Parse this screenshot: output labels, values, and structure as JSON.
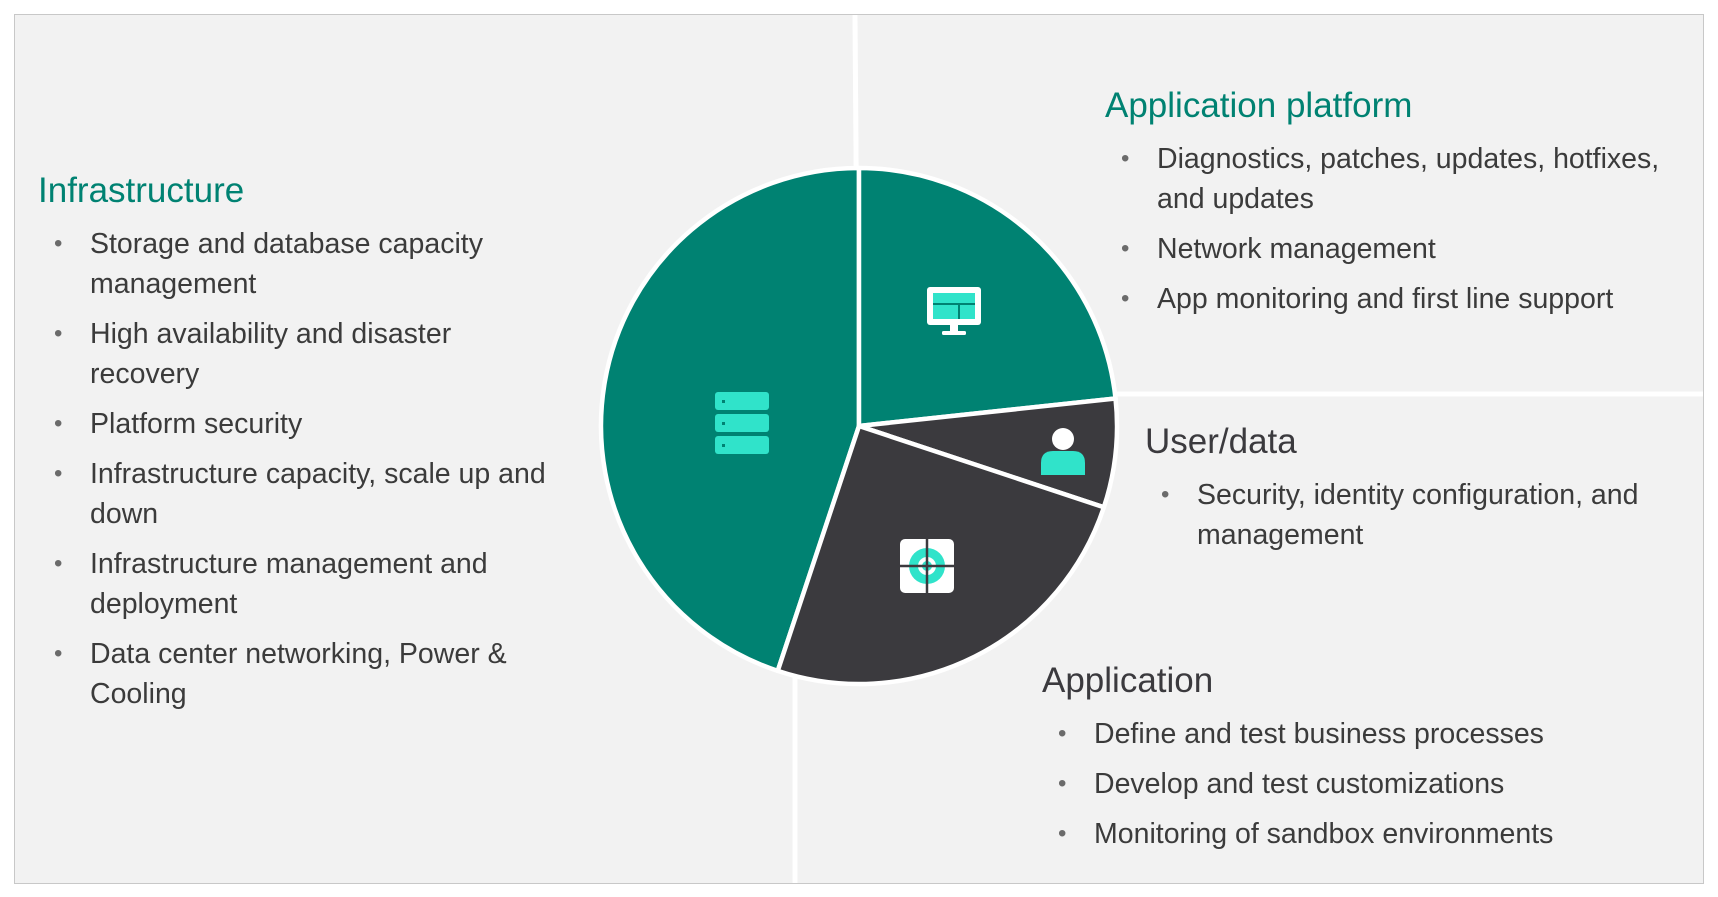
{
  "colors": {
    "teal": "#008272",
    "dark": "#3b3a3e",
    "icon_teal": "#30e3ca",
    "background": "#f2f2f2",
    "text": "#3b3b3b"
  },
  "sections": {
    "infrastructure": {
      "title": "Infrastructure",
      "items": [
        "Storage and database capacity management",
        "High availability and disaster recovery",
        "Platform security",
        "Infrastructure capacity, scale up and down",
        "Infrastructure management and deployment",
        "Data center networking, Power & Cooling"
      ]
    },
    "application_platform": {
      "title": "Application platform",
      "items": [
        "Diagnostics, patches, updates, hotfixes, and updates",
        "Network management",
        "App monitoring and first line support"
      ]
    },
    "user_data": {
      "title": "User/data",
      "items": [
        "Security, identity configuration, and management"
      ]
    },
    "application": {
      "title": "Application",
      "items": [
        "Define and test business processes",
        "Develop and test customizations",
        "Monitoring of sandbox environments"
      ]
    }
  },
  "pie": {
    "slices": [
      {
        "section": "infrastructure",
        "share": 0.449,
        "color": "teal",
        "icon": "server-icon"
      },
      {
        "section": "application_platform",
        "share": 0.233,
        "color": "teal",
        "icon": "monitor-icon"
      },
      {
        "section": "user_data",
        "share": 0.068,
        "color": "dark",
        "icon": "user-icon"
      },
      {
        "section": "application",
        "share": 0.25,
        "color": "dark",
        "icon": "target-icon"
      }
    ]
  }
}
